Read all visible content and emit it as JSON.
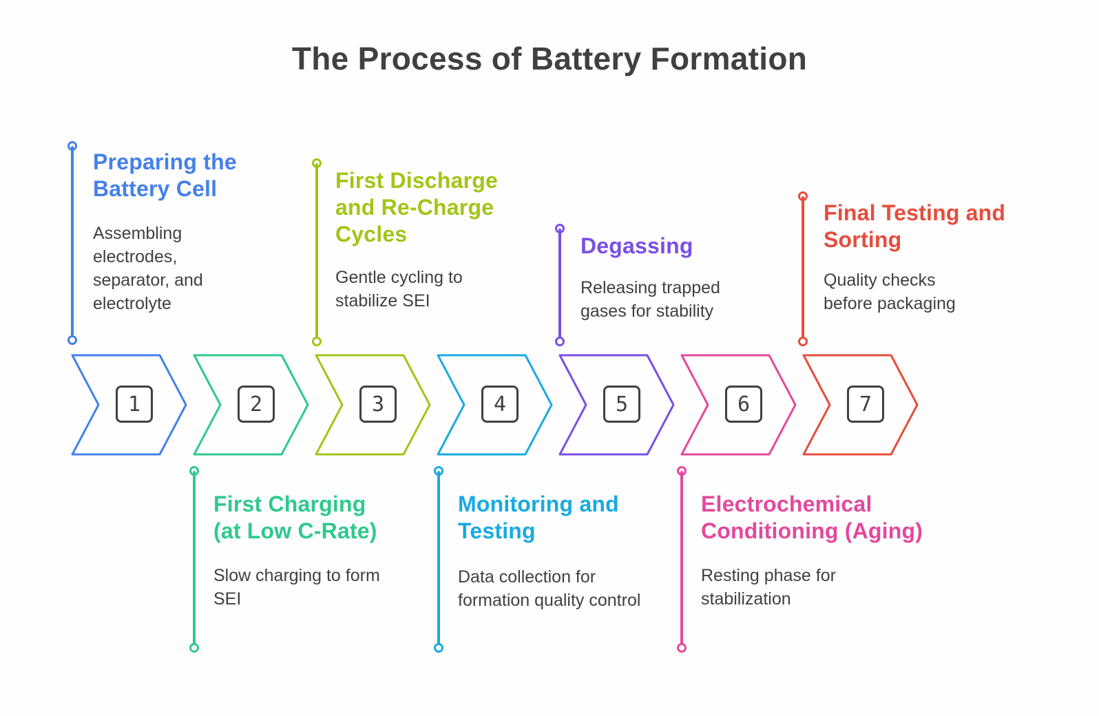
{
  "title": "The Process of Battery Formation",
  "text_color": "#3f4042",
  "steps": [
    {
      "number": "1",
      "name": "Preparing the Battery Cell",
      "description": "Assembling electrodes, separator, and electrolyte",
      "color": "#4480e8",
      "label_position": "above"
    },
    {
      "number": "2",
      "name": "First Charging (at Low C-Rate)",
      "description": "Slow charging to form SEI",
      "color": "#2ec98e",
      "label_position": "below"
    },
    {
      "number": "3",
      "name": "First Discharge and Re-Charge Cycles",
      "description": "Gentle cycling to stabilize SEI",
      "color": "#a2c517",
      "label_position": "above"
    },
    {
      "number": "4",
      "name": "Monitoring and Testing",
      "description": "Data collection for formation quality control",
      "color": "#18aae2",
      "label_position": "below"
    },
    {
      "number": "5",
      "name": "Degassing",
      "description": "Releasing trapped gases for stability",
      "color": "#7a4fe6",
      "label_position": "above"
    },
    {
      "number": "6",
      "name": "Electrochemical Conditioning (Aging)",
      "description": "Resting phase for stabilization",
      "color": "#e3489e",
      "label_position": "below"
    },
    {
      "number": "7",
      "name": "Final Testing and Sorting",
      "description": "Quality checks before packaging",
      "color": "#e64d3c",
      "label_position": "above"
    }
  ]
}
